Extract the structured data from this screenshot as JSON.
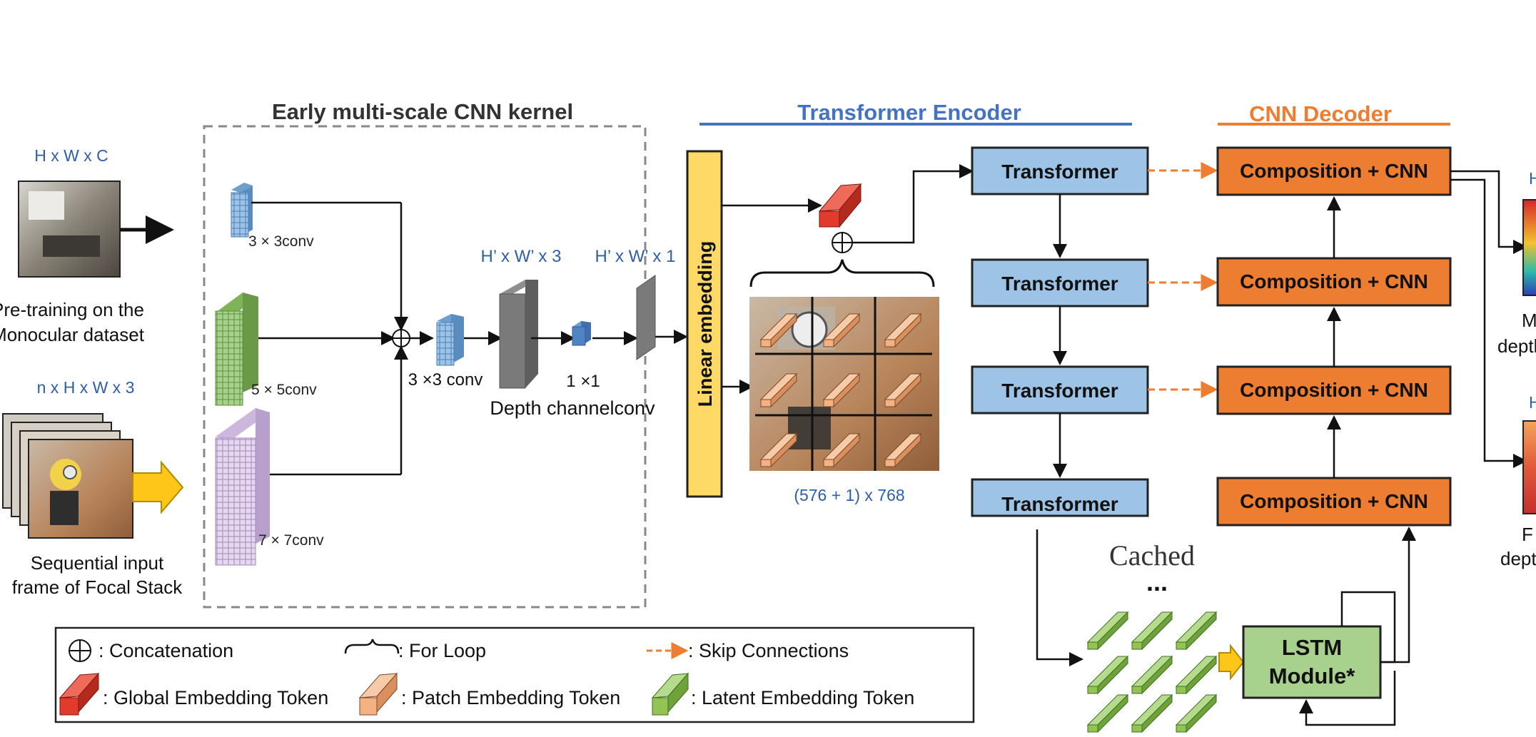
{
  "input": {
    "dims_top": "H x W x C",
    "label_top_line1": "Pre-training on the",
    "label_top_line2": "Monocular  dataset",
    "dims_bottom": "n x H x W x 3",
    "label_bottom_line1": "Sequential input",
    "label_bottom_line2": "frame of Focal Stack"
  },
  "early_cnn": {
    "title": "Early multi-scale CNN kernel",
    "conv3": "3 × 3conv",
    "conv5": "5 × 5conv",
    "conv7": "7 × 7conv",
    "merged_conv": "3 ×3 conv",
    "dims_a": "H’ x W’ x 3",
    "dims_b": "H’ x W’ x 1",
    "one_by_one": "1 ×1",
    "depth_conv": "Depth channelconv"
  },
  "linear_embedding": "Linear embedding",
  "patch_dims": "(576 + 1) x 768",
  "transformer_encoder": {
    "title": "Transformer Encoder",
    "blocks": [
      "Transformer",
      "Transformer",
      "Transformer",
      "Transformer"
    ]
  },
  "cnn_decoder": {
    "title": "CNN Decoder",
    "blocks": [
      "Composition + CNN",
      "Composition + CNN",
      "Composition + CNN",
      "Composition + CNN"
    ]
  },
  "cached": {
    "label": "Cached",
    "ellipsis": "..."
  },
  "lstm": {
    "line1": "LSTM",
    "line2": "Module*"
  },
  "outputs": {
    "top_line1": "M",
    "top_line2": "depth",
    "bottom_line1": "F",
    "bottom_line2": "depth"
  },
  "legend": {
    "concatenation": ": Concatenation",
    "for_loop": ": For Loop",
    "skip_connections": ": Skip Connections",
    "global_token": ": Global Embedding Token",
    "patch_token": ": Patch Embedding Token",
    "latent_token": ": Latent Embedding Token"
  },
  "colors": {
    "transformer_blue": "#9dc3e6",
    "decoder_orange": "#ed7d31",
    "lstm_green": "#a9d18e",
    "linear_yellow": "#ffd966",
    "encoder_line_blue": "#4472c4",
    "skip_orange": "#ed7d31",
    "global_red": "#e23a2b",
    "patch_peach": "#f4b183",
    "latent_green": "#92c353"
  }
}
